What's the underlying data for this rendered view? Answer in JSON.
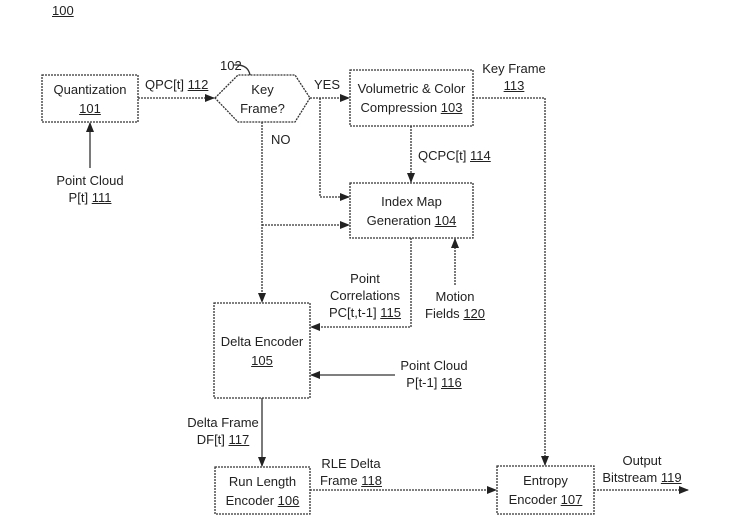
{
  "figure": {
    "ref": "100"
  },
  "nodes": {
    "quantization": {
      "title": "Quantization",
      "ref": "101"
    },
    "key_frame_decision": {
      "line1": "Key",
      "line2": "Frame?",
      "ref": "102"
    },
    "volumetric": {
      "line1": "Volumetric & Color",
      "line2": "Compression",
      "ref": "103"
    },
    "index_map": {
      "line1": "Index Map",
      "line2": "Generation",
      "ref": "104"
    },
    "delta_encoder": {
      "title": "Delta Encoder",
      "ref": "105"
    },
    "run_length": {
      "line1": "Run Length",
      "line2": "Encoder",
      "ref": "106"
    },
    "entropy": {
      "line1": "Entropy",
      "line2": "Encoder",
      "ref": "107"
    }
  },
  "edges": {
    "point_cloud_in": {
      "line1": "Point Cloud",
      "line2": "P[t]",
      "ref": "111"
    },
    "qpc": {
      "text": "QPC[t]",
      "ref": "112"
    },
    "yes": {
      "text": "YES"
    },
    "no": {
      "text": "NO"
    },
    "key_frame_out": {
      "line1": "Key Frame",
      "ref": "113"
    },
    "qcpc": {
      "text": "QCPC[t]",
      "ref": "114"
    },
    "point_correlations": {
      "line1": "Point",
      "line2": "Correlations",
      "line3": "PC[t,t-1]",
      "ref": "115"
    },
    "point_cloud_prev": {
      "line1": "Point Cloud",
      "line2": "P[t-1]",
      "ref": "116"
    },
    "delta_frame": {
      "line1": "Delta Frame",
      "line2": "DF[t]",
      "ref": "117"
    },
    "rle_delta": {
      "line1": "RLE Delta",
      "line2": "Frame",
      "ref": "118"
    },
    "output": {
      "line1": "Output",
      "line2": "Bitstream",
      "ref": "119"
    },
    "motion_fields": {
      "line1": "Motion",
      "line2": "Fields",
      "ref": "120"
    }
  }
}
